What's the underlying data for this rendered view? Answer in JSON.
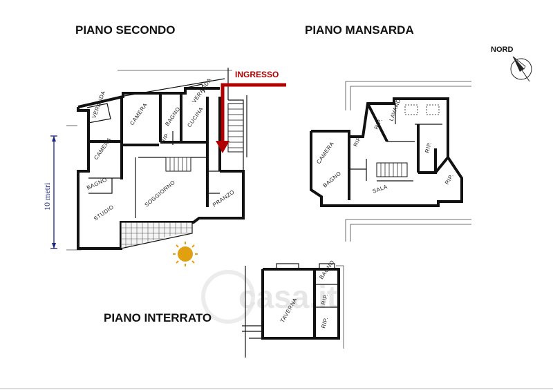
{
  "floors": {
    "secondo": "PIANO SECONDO",
    "mansarda": "PIANO MANSARDA",
    "interrato": "PIANO INTERRATO"
  },
  "compass_label": "NORD",
  "entrance_label": "INGRESSO",
  "scale_label": "10 metri",
  "watermark": "casa.it",
  "rooms_secondo": {
    "veranda_left": "VERANDA",
    "camera_top": "CAMERA",
    "bagno_top": "BAGNO",
    "cucina": "CUCINA",
    "veranda_top": "VERANDA",
    "rip": "RIP",
    "camera_left": "CAMERA",
    "bagno_left": "BAGNO",
    "studio": "STUDIO",
    "soggiorno": "SOGGIORNO",
    "pranzo": "PRANZO"
  },
  "rooms_mansarda": {
    "camera": "CAMERA",
    "rip1": "RIP.",
    "rip2": "RIP.",
    "lavand": "LAVAND.",
    "rip3": "RIP.",
    "rip4": "RIP.",
    "bagno": "BAGNO",
    "sala": "SALA"
  },
  "rooms_interrato": {
    "taverna": "TAVERNA",
    "bagno": "BAGNO",
    "rip1": "RIP.",
    "rip2": "RIP."
  },
  "colors": {
    "entrance_arrow": "#b00000",
    "scale_line": "#1a237e",
    "sun": "#e0a010"
  }
}
